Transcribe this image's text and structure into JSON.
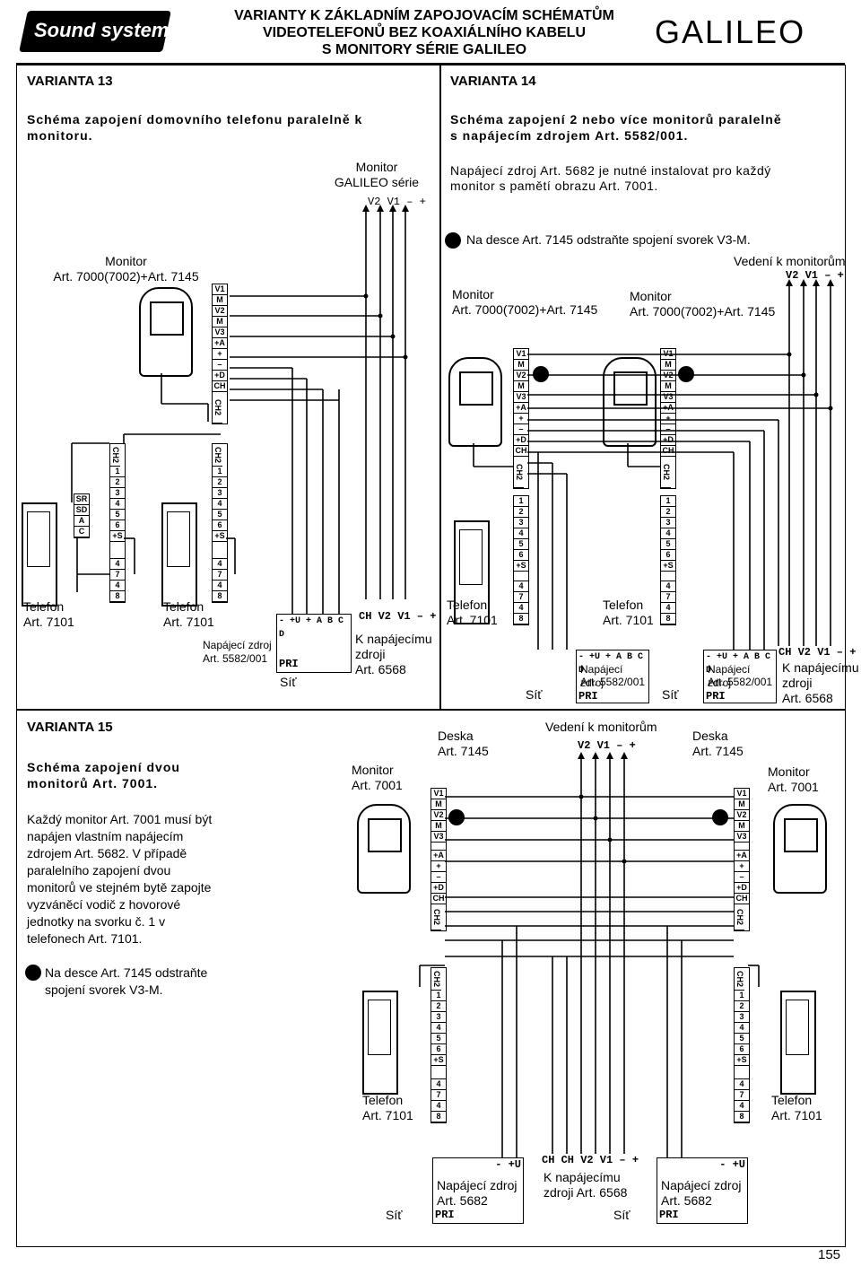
{
  "header": {
    "logo_left": "Sound system",
    "title_line1": "VARIANTY K ZÁKLADNÍM ZAPOJOVACÍM SCHÉMATŮM",
    "title_line2": "VIDEOTELEFONŮ BEZ KOAXIÁLNÍHO KABELU",
    "title_line3": "S MONITORY SÉRIE GALILEO",
    "logo_right": "GALILEO"
  },
  "v13": {
    "title": "VARIANTA 13",
    "desc": "Schéma zapojení domovního telefonu paralelně k monitoru.",
    "monitor_galileo_1": "Monitor",
    "monitor_galileo_2": "GALILEO série",
    "terms_top": "V2 V1 – +",
    "monitor_1": "Monitor",
    "monitor_2": "Art. 7000(7002)+Art. 7145",
    "telefon1_1": "Telefon",
    "telefon1_2": "Art. 7101",
    "telefon2_1": "Telefon",
    "telefon2_2": "Art. 7101",
    "psu_1": "Napájecí zdroj",
    "psu_2": "Art. 5582/001",
    "psu_terms": "- +U + A B C D",
    "pri": "PRI",
    "sit": "Síť",
    "terms_bottom": "CH V2 V1 – +",
    "kpsu_1": "K napájecímu",
    "kpsu_2": "zdroji",
    "kpsu_3": "Art. 6568"
  },
  "v14": {
    "title": "VARIANTA 14",
    "desc1": "Schéma zapojení 2 nebo více monitorů paralelně",
    "desc2": "s napájecím zdrojem Art. 5582/001.",
    "note1": "Napájecí zdroj Art. 5682 je nutné instalovat pro každý",
    "note2": "monitor s pamětí obrazu Art. 7001.",
    "bullet": "Na desce Art. 7145 odstraňte spojení svorek V3-M.",
    "vedeni": "Vedení k monitorům",
    "terms_top": "V2 V1 – +",
    "monA_1": "Monitor",
    "monA_2": "Art. 7000(7002)+Art. 7145",
    "monB_1": "Monitor",
    "monB_2": "Art. 7000(7002)+Art. 7145",
    "telA_1": "Telefon",
    "telA_2": "Art. 7101",
    "telB_1": "Telefon",
    "telB_2": "Art. 7101",
    "psuA_1": "Napájecí zdroj",
    "psuA_2": "Art. 5582/001",
    "psuB_1": "Napájecí zdroj",
    "psuB_2": "Art. 5582/001",
    "psu_terms": "- +U + A B C D",
    "pri": "PRI",
    "sit": "Síť",
    "terms_bottom": "CH V2 V1 – +",
    "kpsu_1": "K napájecímu",
    "kpsu_2": "zdroji",
    "kpsu_3": "Art. 6568"
  },
  "v15": {
    "title": "VARIANTA 15",
    "desc": "Schéma zapojení dvou monitorů Art. 7001.",
    "para": "Každý monitor Art. 7001 musí být napájen vlastním napájecím zdrojem Art. 5682. V případě paralelního zapojení dvou monitorů ve stejném bytě zapojte vyzváněcí vodič z hovorové jednotky na svorku č. 1 v telefonech Art. 7101.",
    "bullet": "Na desce Art. 7145 odstraňte spojení svorek V3-M.",
    "monA_1": "Monitor",
    "monA_2": "Art. 7001",
    "monB_1": "Monitor",
    "monB_2": "Art. 7001",
    "deskaA_1": "Deska",
    "deskaA_2": "Art. 7145",
    "deskaB_1": "Deska",
    "deskaB_2": "Art. 7145",
    "vedeni": "Vedení k monitorům",
    "terms_top": "V2 V1 – +",
    "telA_1": "Telefon",
    "telA_2": "Art. 7101",
    "telB_1": "Telefon",
    "telB_2": "Art. 7101",
    "psuA_1": "Napájecí zdroj",
    "psuA_2": "Art. 5682",
    "psuB_1": "Napájecí zdroj",
    "psuB_2": "Art. 5682",
    "kpsu_1": "K napájecímu",
    "kpsu_2": "zdroji Art. 6568",
    "terms_bottom": "CH CH V2 V1 – +",
    "psu_terms": "- +U",
    "pri": "PRI",
    "sit": "Síť"
  },
  "terminals": {
    "mon_block": [
      "V1",
      "M",
      "V2",
      "M",
      "V3"
    ],
    "mon_block2": [
      "+A",
      "+",
      "–",
      "+D",
      "CH"
    ],
    "ch2": "CH2",
    "tel_block": [
      "1",
      "2",
      "3",
      "4",
      "5",
      "6",
      "+S"
    ],
    "tel_block2": [
      "4",
      "7",
      "4",
      "8"
    ],
    "tel_left": [
      "SR",
      "SD",
      "A",
      "C"
    ]
  },
  "page_number": "155"
}
